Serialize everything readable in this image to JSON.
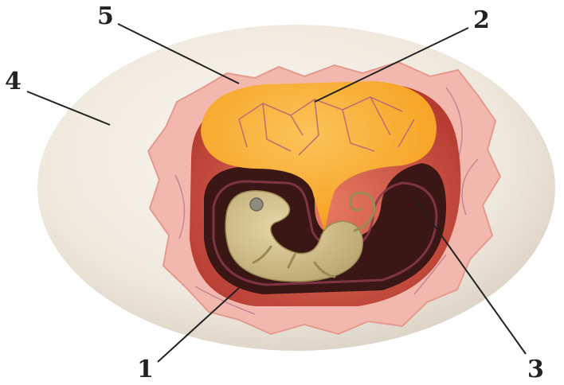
{
  "diagram": {
    "labels": [
      {
        "id": "1",
        "text": "1"
      },
      {
        "id": "2",
        "text": "2"
      },
      {
        "id": "3",
        "text": "3"
      },
      {
        "id": "4",
        "text": "4"
      },
      {
        "id": "5",
        "text": "5"
      }
    ],
    "colors": {
      "shell": "#efe8dc",
      "shell_shadow": "#d9d0c2",
      "membrane": "#f2b8ad",
      "yolk": "#f6a425",
      "yolk_light": "#fbc45a",
      "allantois": "#c9463b",
      "embryo": "#d4c28f",
      "amnion_line": "#8a3a4a",
      "leader_line": "#222222"
    }
  }
}
